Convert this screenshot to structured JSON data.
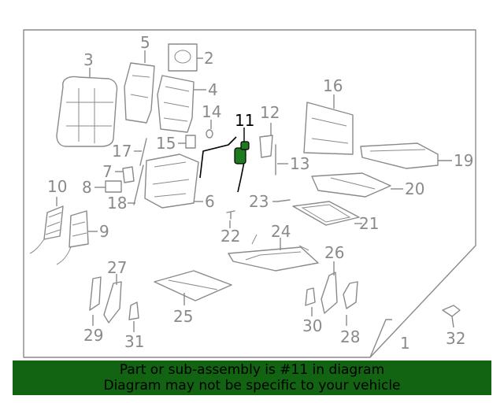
{
  "callouts": {
    "c1": "1",
    "c2": "2",
    "c3": "3",
    "c4": "4",
    "c5": "5",
    "c6": "6",
    "c7": "7",
    "c8": "8",
    "c9": "9",
    "c10": "10",
    "c11": "11",
    "c12": "12",
    "c13": "13",
    "c14": "14",
    "c15": "15",
    "c16": "16",
    "c17": "17",
    "c18": "18",
    "c19": "19",
    "c20": "20",
    "c21": "21",
    "c22": "22",
    "c23": "23",
    "c24": "24",
    "c25": "25",
    "c26": "26",
    "c27": "27",
    "c28": "28",
    "c29": "29",
    "c30": "30",
    "c31": "31",
    "c32": "32"
  },
  "banner": {
    "line1": "Part or sub-assembly is #11 in diagram",
    "line2": "Diagram may not be specific to your vehicle"
  },
  "colors": {
    "line": "#8a8a8a",
    "highlight_part": "#1e7a1e",
    "banner_bg": "#126312",
    "banner_text": "#000000"
  }
}
